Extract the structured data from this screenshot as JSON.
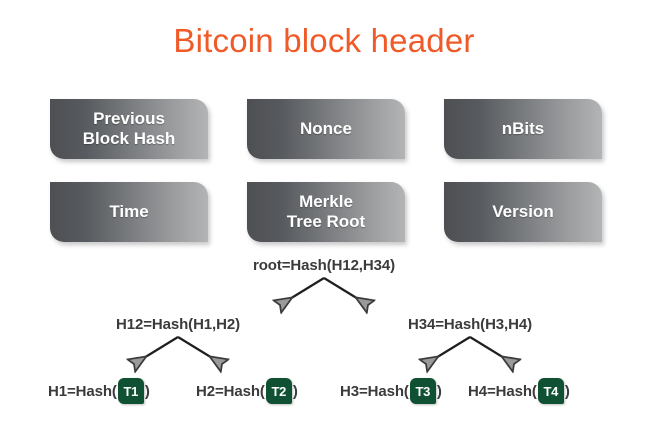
{
  "slide": {
    "title": "Bitcoin block header",
    "title_color": "#f05a28",
    "background": "#ffffff"
  },
  "header_fields": {
    "box_gradient_from": "#4d4f53",
    "box_gradient_to": "#b2b4b6",
    "text_color": "#ffffff",
    "items": [
      {
        "id": "previous-block-hash",
        "label": "Previous\nBlock Hash"
      },
      {
        "id": "nonce",
        "label": "Nonce"
      },
      {
        "id": "nbits",
        "label": "nBits"
      },
      {
        "id": "time",
        "label": "Time"
      },
      {
        "id": "merkle-tree-root",
        "label": "Merkle\nTree Root"
      },
      {
        "id": "version",
        "label": "Version"
      }
    ]
  },
  "merkle_tree": {
    "text_color": "#3b3b3b",
    "badge_color": "#0f5132",
    "root": {
      "label": "root=Hash(H12,H34)"
    },
    "level2": [
      {
        "label": "H12=Hash(H1,H2)"
      },
      {
        "label": "H34=Hash(H3,H4)"
      }
    ],
    "leaves": [
      {
        "prefix": "H1=Hash(",
        "badge": "T1",
        "suffix": ")"
      },
      {
        "prefix": "H2=Hash(",
        "badge": "T2",
        "suffix": ")"
      },
      {
        "prefix": "H3=Hash(",
        "badge": "T3",
        "suffix": ")"
      },
      {
        "prefix": "H4=Hash(",
        "badge": "T4",
        "suffix": ")"
      }
    ]
  }
}
